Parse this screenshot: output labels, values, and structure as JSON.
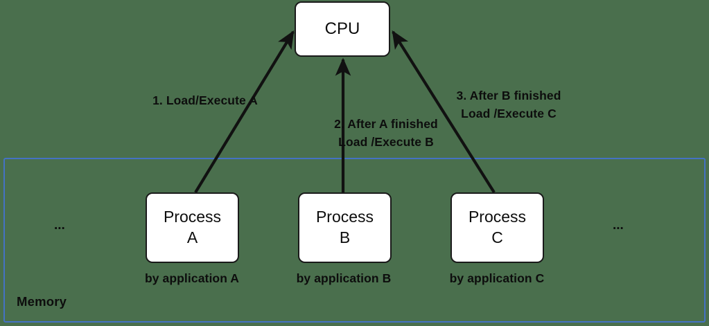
{
  "diagram": {
    "title_implied": "CPU process scheduling over memory",
    "cpu": {
      "label": "CPU"
    },
    "processes": [
      {
        "name": "process-a",
        "line1": "Process",
        "line2": "A",
        "caption": "by application A"
      },
      {
        "name": "process-b",
        "line1": "Process",
        "line2": "B",
        "caption": "by application B"
      },
      {
        "name": "process-c",
        "line1": "Process",
        "line2": "C",
        "caption": "by application C"
      }
    ],
    "edges": [
      {
        "name": "edge-a-to-cpu",
        "label": "1. Load/Execute A",
        "from": "Process A",
        "to": "CPU"
      },
      {
        "name": "edge-b-to-cpu",
        "label": "2. After A finished\nLoad /Execute B",
        "from": "Process B",
        "to": "CPU"
      },
      {
        "name": "edge-c-to-cpu",
        "label": "3. After B finished\nLoad /Execute C",
        "from": "Process C",
        "to": "CPU"
      }
    ],
    "memory": {
      "label": "Memory",
      "border_color": "#4472C4",
      "ellipsis_left": "...",
      "ellipsis_right": "..."
    },
    "colors": {
      "background": "#4A6F4D",
      "box_fill": "#FFFFFF",
      "box_stroke": "#1A1A1A",
      "text": "#0D0D0D",
      "memory_border": "#4472C4"
    }
  }
}
